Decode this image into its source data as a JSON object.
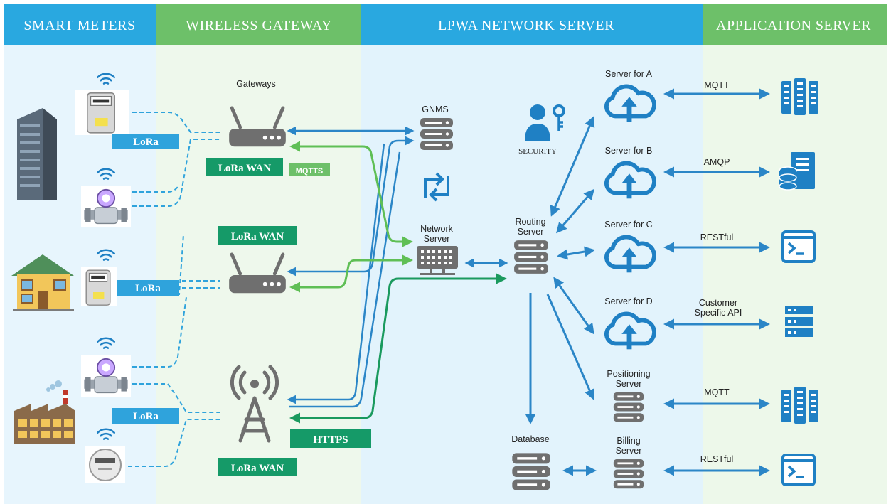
{
  "headers": {
    "smart_meters": "SMART METERS",
    "wireless_gateway": "WIRELESS GATEWAY",
    "lpwa_network_server": "LPWA NETWORK SERVER",
    "application_server": "APPLICATION SERVER"
  },
  "labels": {
    "gateways": "Gateways",
    "gnms": "GNMS",
    "security": "SECURITY",
    "network_server_1": "Network",
    "network_server_2": "Server",
    "routing_server_1": "Routing",
    "routing_server_2": "Server",
    "database": "Database",
    "server_a": "Server for A",
    "server_b": "Server for B",
    "server_c": "Server for C",
    "server_d": "Server for D",
    "positioning_1": "Positioning",
    "positioning_2": "Server",
    "billing_1": "Billing",
    "billing_2": "Server"
  },
  "tags": {
    "lora_1": "LoRa",
    "lora_2": "LoRa",
    "lora_3": "LoRa",
    "lorawan_1": "LoRa WAN",
    "lorawan_2": "LoRa WAN",
    "lorawan_3": "LoRa WAN",
    "mqtts": "MQTTS",
    "https": "HTTPS"
  },
  "protocols": {
    "a": "MQTT",
    "b": "AMQP",
    "c": "RESTful",
    "d_1": "Customer",
    "d_2": "Specific API",
    "positioning": "MQTT",
    "billing": "RESTful"
  },
  "colors": {
    "header_blue": "#29a8e0",
    "header_green": "#6dc069",
    "arrow_blue": "#2b86c7",
    "arrow_green": "#5fbf55",
    "tag_blue": "#2fa3dc",
    "tag_darkgreen": "#159a68",
    "icon_gray": "#6f6f6f",
    "icon_blue": "#1f80c4"
  }
}
